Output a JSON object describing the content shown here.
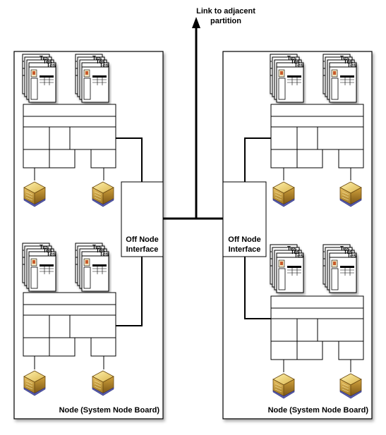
{
  "link_label_line1": "Link to adjacent",
  "link_label_line2": "partition",
  "left_node": {
    "label": "Node (System Node Board)",
    "interface_line1": "Off Node",
    "interface_line2": "Interface"
  },
  "right_node": {
    "label": "Node (System Node Board)",
    "interface_line1": "Off Node",
    "interface_line2": "Interface"
  },
  "stack_label": "Tes"
}
